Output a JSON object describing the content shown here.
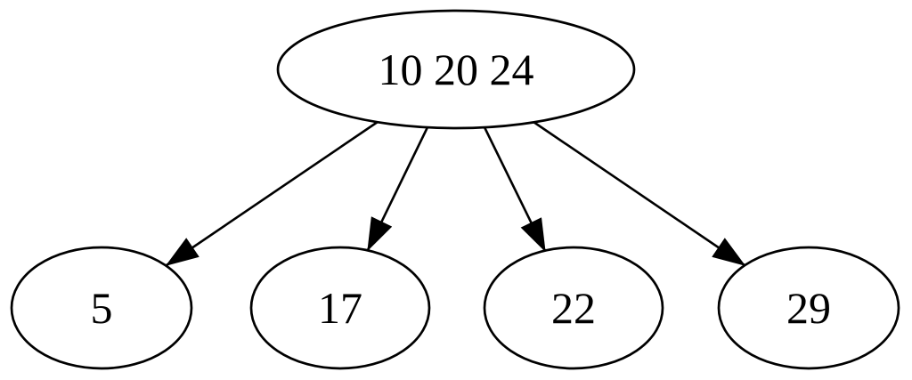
{
  "diagram": {
    "type": "directed-graph",
    "orientation": "top-down",
    "background_color": "#ffffff",
    "node_stroke_color": "#000000",
    "text_color": "#000000",
    "root": {
      "id": "root",
      "label": "10 20 24"
    },
    "children": [
      {
        "id": "child-0",
        "label": "5"
      },
      {
        "id": "child-1",
        "label": "17"
      },
      {
        "id": "child-2",
        "label": "22"
      },
      {
        "id": "child-3",
        "label": "29"
      }
    ],
    "edges": [
      {
        "from": "root",
        "to": "child-0",
        "arrowhead": "filled-triangle"
      },
      {
        "from": "root",
        "to": "child-1",
        "arrowhead": "filled-triangle"
      },
      {
        "from": "root",
        "to": "child-2",
        "arrowhead": "filled-triangle"
      },
      {
        "from": "root",
        "to": "child-3",
        "arrowhead": "filled-triangle"
      }
    ]
  }
}
